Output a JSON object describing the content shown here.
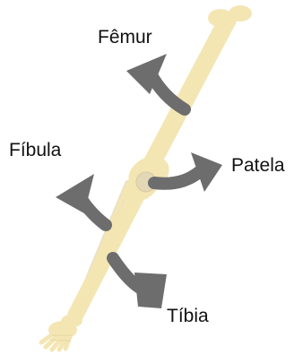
{
  "diagram": {
    "labels": {
      "femur": "Fêmur",
      "fibula": "Fíbula",
      "patela": "Patela",
      "tibia": "Tíbia"
    },
    "colors": {
      "bone_fill": "#F3E6B3",
      "bone_shadow": "#E5D39B",
      "fibula_edge": "#E8DFC8",
      "patella": "#E2D8B6",
      "arrow": "#6D6D6D",
      "text": "#111111"
    }
  }
}
